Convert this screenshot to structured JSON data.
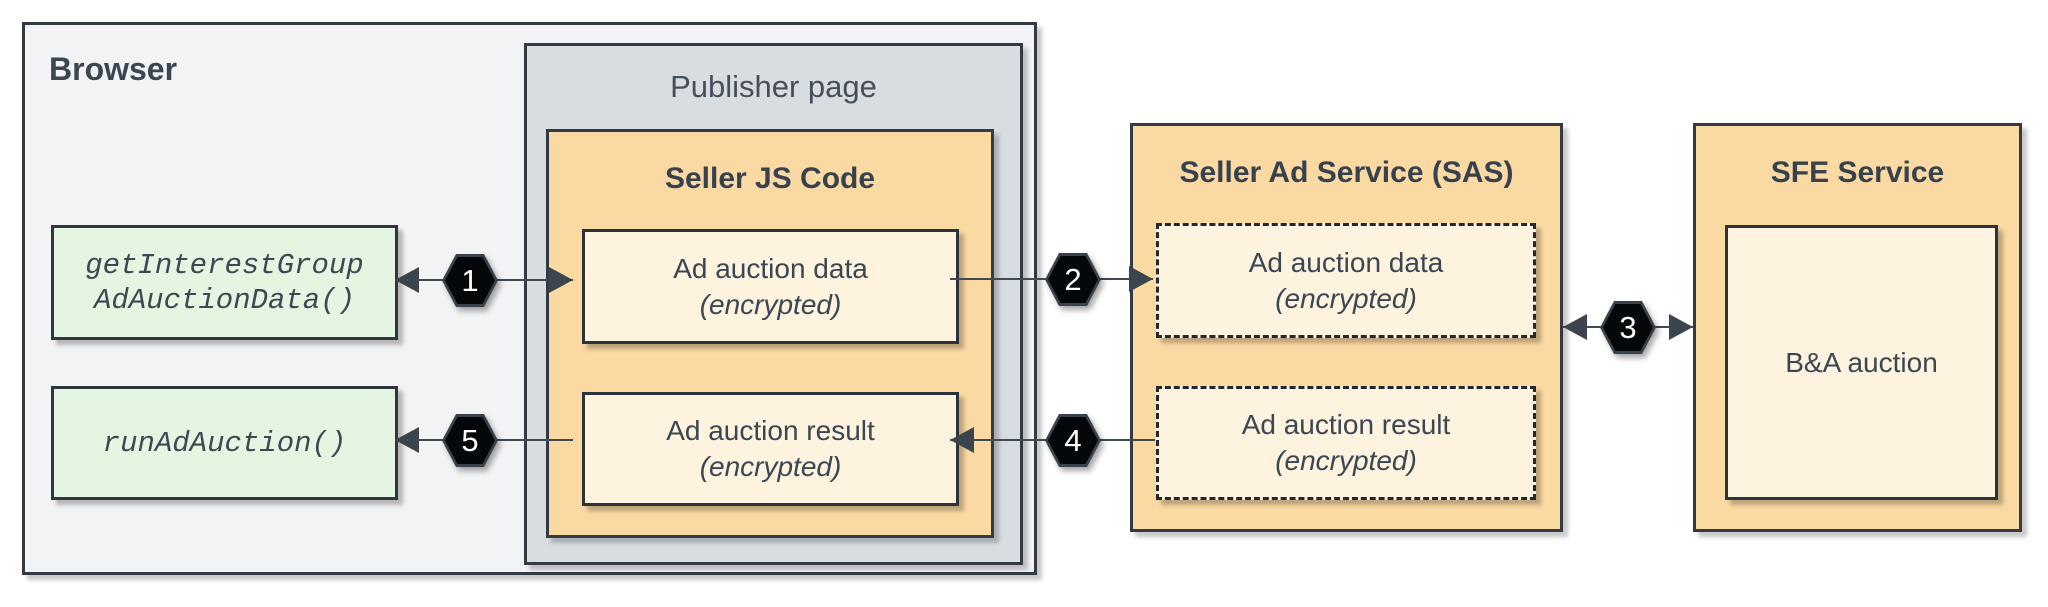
{
  "browser": {
    "label": "Browser",
    "api_calls": [
      {
        "line1": "getInterestGroup",
        "line2": "AdAuctionData()"
      },
      {
        "line1": "runAdAuction()"
      }
    ]
  },
  "publisher_page": {
    "label": "Publisher page",
    "seller_js": {
      "label": "Seller JS Code",
      "items": [
        {
          "line1": "Ad auction data",
          "line2": "(encrypted)"
        },
        {
          "line1": "Ad auction result",
          "line2": "(encrypted)"
        }
      ]
    }
  },
  "seller_ad_service": {
    "label": "Seller Ad Service (SAS)",
    "items": [
      {
        "line1": "Ad auction data",
        "line2": "(encrypted)"
      },
      {
        "line1": "Ad auction result",
        "line2": "(encrypted)"
      }
    ]
  },
  "sfe_service": {
    "label": "SFE Service",
    "inner_label": "B&A auction"
  },
  "steps": [
    {
      "number": "1"
    },
    {
      "number": "2"
    },
    {
      "number": "3"
    },
    {
      "number": "4"
    },
    {
      "number": "5"
    }
  ],
  "colors": {
    "container_fill": "#F2F3F5",
    "publisher_fill": "#D9DDE2",
    "service_fill": "#FBD9A3",
    "inner_fill": "#FDF3DE",
    "api_fill": "#E4F6E2",
    "border": "#333A42",
    "text": "#3A4652",
    "connector": "#414A53",
    "step_fill": "#05080A",
    "step_text": "#FFFFFF"
  }
}
